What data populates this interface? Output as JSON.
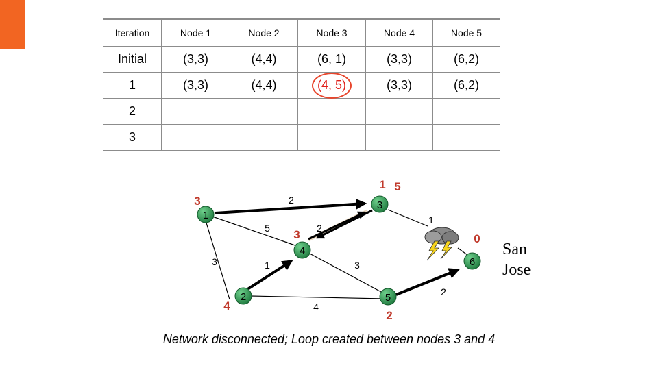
{
  "table": {
    "headers": [
      "Iteration",
      "Node 1",
      "Node 2",
      "Node 3",
      "Node 4",
      "Node 5"
    ],
    "rows": [
      [
        "Initial",
        "(3,3)",
        "(4,4)",
        "(6, 1)",
        "(3,3)",
        "(6,2)"
      ],
      [
        "1",
        "(3,3)",
        "(4,4)",
        "(4, 5)",
        "(3,3)",
        "(6,2)"
      ],
      [
        "2",
        "",
        "",
        "",
        "",
        ""
      ],
      [
        "3",
        "",
        "",
        "",
        "",
        ""
      ]
    ],
    "highlight_color": "#e0201b"
  },
  "graph": {
    "nodes": [
      "1",
      "2",
      "3",
      "4",
      "5",
      "6"
    ],
    "edge_weights": {
      "w_1_3": "2",
      "w_1_4": "5",
      "w_1_2": "3",
      "w_2_4": "1",
      "w_3_4": "2",
      "w_3_6": "1",
      "w_4_5": "3",
      "w_2_5": "4",
      "w_5_6": "2"
    },
    "distance_labels": {
      "node1": "3",
      "node2": "4",
      "node3_a": "1",
      "node3_b": "5",
      "node4": "3",
      "node5": "2",
      "node6": "0"
    },
    "destination": [
      "San",
      "Jose"
    ],
    "node_color": "#2e8b57",
    "distance_color": "#c0392b"
  },
  "caption": "Network disconnected;  Loop created between nodes 3 and 4"
}
